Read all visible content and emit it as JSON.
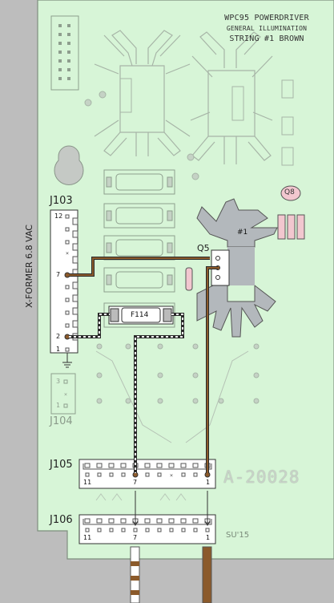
{
  "board": {
    "title_line1": "WPC95 POWERDRIVER",
    "title_line2": "GENERAL ILLUMINATION",
    "title_line3": "STRING #1 BROWN",
    "side_label": "X-FORMER 6.8 VAC",
    "part_number": "A-20028",
    "signature": "SU'15",
    "colors": {
      "board": "#d7f5d7",
      "outline": "#8e9e8e",
      "wire_brown": "#8b5a2b",
      "wire_white": "#f4f4f4",
      "highlight": "#f2c7cf"
    }
  },
  "connectors": {
    "j103": {
      "label": "J103",
      "pin_top": "12",
      "pin_7": "7",
      "pin_2": "2",
      "pin_1": "1"
    },
    "j104": {
      "label": "J104",
      "pin_3": "3",
      "pin_1": "1"
    },
    "j105": {
      "label": "J105",
      "pin_11": "11",
      "pin_7": "7",
      "pin_1": "1"
    },
    "j106": {
      "label": "J106",
      "pin_11": "11",
      "pin_7": "7",
      "pin_1": "1"
    }
  },
  "components": {
    "fuse": "F114",
    "transistor_q5": "Q5",
    "transistor_q8": "Q8",
    "heatsink_mark": "#1"
  }
}
